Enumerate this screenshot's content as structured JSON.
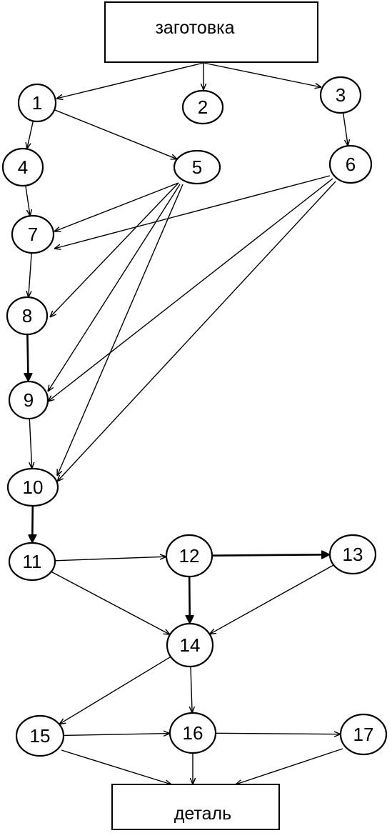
{
  "boxes": {
    "start": "заготовка",
    "end": "деталь"
  },
  "nodes": [
    {
      "id": "1",
      "label": "1"
    },
    {
      "id": "2",
      "label": "2"
    },
    {
      "id": "3",
      "label": "3"
    },
    {
      "id": "4",
      "label": "4"
    },
    {
      "id": "5",
      "label": "5"
    },
    {
      "id": "6",
      "label": "6"
    },
    {
      "id": "7",
      "label": "7"
    },
    {
      "id": "8",
      "label": "8"
    },
    {
      "id": "9",
      "label": "9"
    },
    {
      "id": "10",
      "label": "10"
    },
    {
      "id": "11",
      "label": "11"
    },
    {
      "id": "12",
      "label": "12"
    },
    {
      "id": "13",
      "label": "13"
    },
    {
      "id": "14",
      "label": "14"
    },
    {
      "id": "15",
      "label": "15"
    },
    {
      "id": "16",
      "label": "16"
    },
    {
      "id": "17",
      "label": "17"
    }
  ],
  "edges": [
    {
      "from": "start",
      "to": "1"
    },
    {
      "from": "start",
      "to": "2"
    },
    {
      "from": "start",
      "to": "3"
    },
    {
      "from": "1",
      "to": "4"
    },
    {
      "from": "1",
      "to": "5"
    },
    {
      "from": "3",
      "to": "6"
    },
    {
      "from": "4",
      "to": "7"
    },
    {
      "from": "5",
      "to": "7"
    },
    {
      "from": "6",
      "to": "7"
    },
    {
      "from": "7",
      "to": "8"
    },
    {
      "from": "5",
      "to": "8"
    },
    {
      "from": "8",
      "to": "9",
      "bold": true
    },
    {
      "from": "5",
      "to": "9"
    },
    {
      "from": "6",
      "to": "9"
    },
    {
      "from": "9",
      "to": "10"
    },
    {
      "from": "5",
      "to": "10"
    },
    {
      "from": "6",
      "to": "10"
    },
    {
      "from": "10",
      "to": "11",
      "bold": true
    },
    {
      "from": "11",
      "to": "12"
    },
    {
      "from": "11",
      "to": "14"
    },
    {
      "from": "12",
      "to": "13",
      "bold": true
    },
    {
      "from": "12",
      "to": "14",
      "bold": true
    },
    {
      "from": "13",
      "to": "14"
    },
    {
      "from": "14",
      "to": "15"
    },
    {
      "from": "14",
      "to": "16"
    },
    {
      "from": "15",
      "to": "16"
    },
    {
      "from": "16",
      "to": "17"
    },
    {
      "from": "15",
      "to": "end"
    },
    {
      "from": "16",
      "to": "end"
    },
    {
      "from": "17",
      "to": "end"
    }
  ]
}
